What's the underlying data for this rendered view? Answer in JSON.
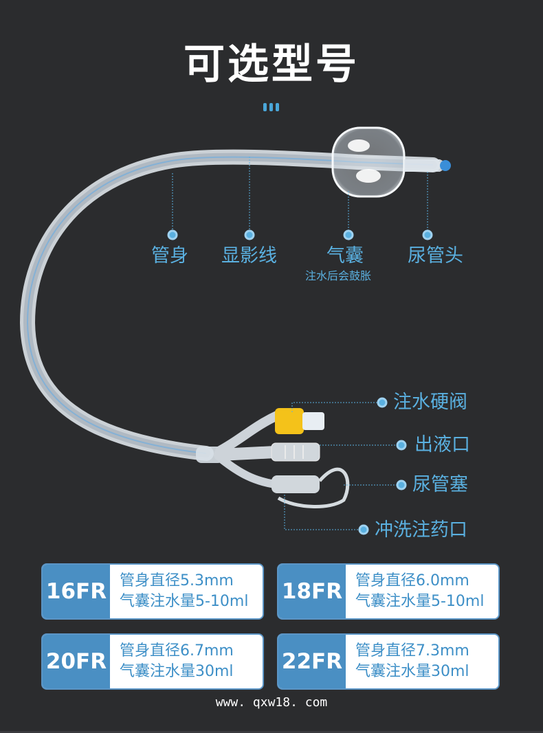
{
  "title": "可选型号",
  "colors": {
    "background": "#2b2c2e",
    "accent": "#5ab0e0",
    "card_header": "#4a8fc3"
  },
  "top_labels": [
    {
      "text": "管身"
    },
    {
      "text": "显影线"
    },
    {
      "text": "气囊",
      "sub": "注水后会鼓胀"
    },
    {
      "text": "尿管头"
    }
  ],
  "side_labels": [
    {
      "text": "注水硬阀"
    },
    {
      "text": "出液口"
    },
    {
      "text": "尿管塞"
    },
    {
      "text": "冲洗注药口"
    }
  ],
  "models": [
    {
      "size": "16FR",
      "line1": "管身直径5.3mm",
      "line2": "气囊注水量5-10ml"
    },
    {
      "size": "18FR",
      "line1": "管身直径6.0mm",
      "line2": "气囊注水量5-10ml"
    },
    {
      "size": "20FR",
      "line1": "管身直径6.7mm",
      "line2": "气囊注水量30ml"
    },
    {
      "size": "22FR",
      "line1": "管身直径7.3mm",
      "line2": "气囊注水量30ml"
    }
  ],
  "website": "www. qxw18. com"
}
